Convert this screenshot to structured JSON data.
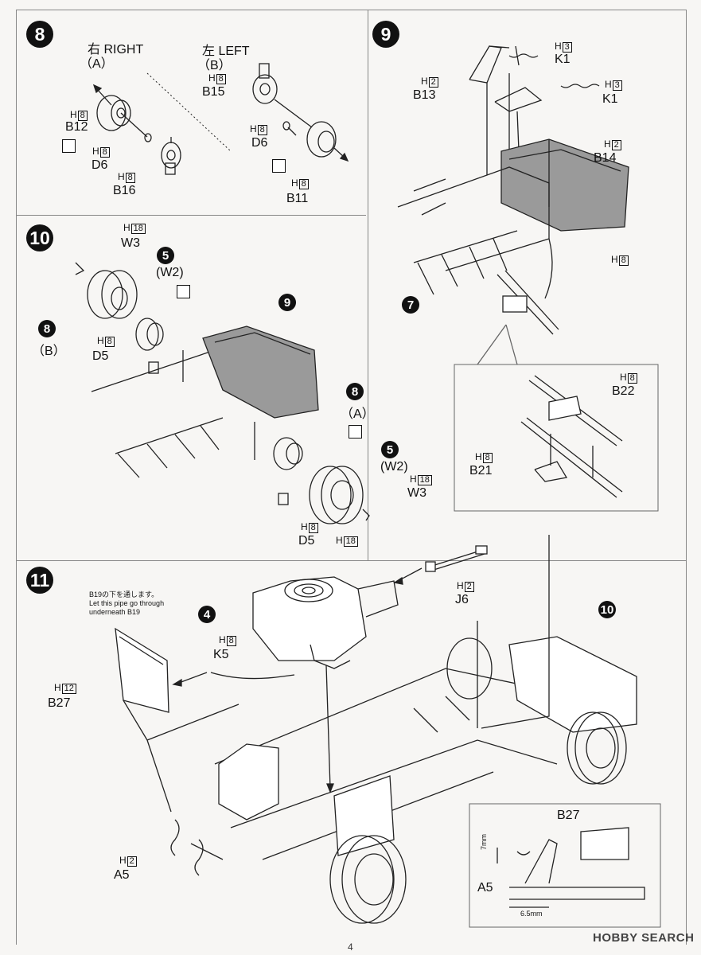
{
  "page_number": "4",
  "watermark": "HOBBY SEARCH",
  "step8": {
    "number": "8",
    "right_label": "右 RIGHT",
    "right_sub": "（A）",
    "left_label": "左 LEFT",
    "left_sub": "（B）",
    "parts": [
      {
        "h": "H",
        "n": "8",
        "code": "B12"
      },
      {
        "h": "H",
        "n": "8",
        "code": "D6"
      },
      {
        "h": "H",
        "n": "8",
        "code": "B16"
      },
      {
        "h": "H",
        "n": "8",
        "code": "B15"
      },
      {
        "h": "H",
        "n": "8",
        "code": "D6"
      },
      {
        "h": "H",
        "n": "8",
        "code": "B11"
      }
    ]
  },
  "step9": {
    "number": "9",
    "ref_step": "7",
    "parts": [
      {
        "h": "H",
        "n": "3",
        "code": "K1"
      },
      {
        "h": "H",
        "n": "2",
        "code": "B13"
      },
      {
        "h": "H",
        "n": "3",
        "code": "K1"
      },
      {
        "h": "H",
        "n": "2",
        "code": "B14"
      },
      {
        "h": "H",
        "n": "8",
        "code": ""
      },
      {
        "h": "H",
        "n": "8",
        "code": "B22"
      },
      {
        "h": "H",
        "n": "8",
        "code": "B21"
      }
    ]
  },
  "step10": {
    "number": "10",
    "ref_9": "9",
    "ref_8a": "8",
    "ref_8a_sub": "（A）",
    "ref_8b": "8",
    "ref_8b_sub": "（B）",
    "ref_5a": "5",
    "ref_5a_sub": "(W2)",
    "ref_5b": "5",
    "ref_5b_sub": "(W2)",
    "parts": [
      {
        "h": "H",
        "n": "18",
        "code": "W3"
      },
      {
        "h": "H",
        "n": "8",
        "code": "D5"
      },
      {
        "h": "H",
        "n": "18",
        "code": "W3"
      },
      {
        "h": "H",
        "n": "8",
        "code": "D5"
      },
      {
        "h": "H",
        "n": "18",
        "code": ""
      }
    ]
  },
  "step11": {
    "number": "11",
    "ref_4": "4",
    "ref_10": "10",
    "note_jp": "B19の下を通します。",
    "note_en_1": "Let this pipe go through",
    "note_en_2": "underneath B19",
    "parts": [
      {
        "h": "H",
        "n": "8",
        "code": "K5"
      },
      {
        "h": "H",
        "n": "12",
        "code": "B27"
      },
      {
        "h": "H",
        "n": "2",
        "code": "J6"
      },
      {
        "h": "H",
        "n": "2",
        "code": "A5"
      }
    ],
    "detail": {
      "part_top": "B27",
      "part_left": "A5",
      "dim_v": "7mm",
      "dim_h": "6.5mm"
    }
  }
}
